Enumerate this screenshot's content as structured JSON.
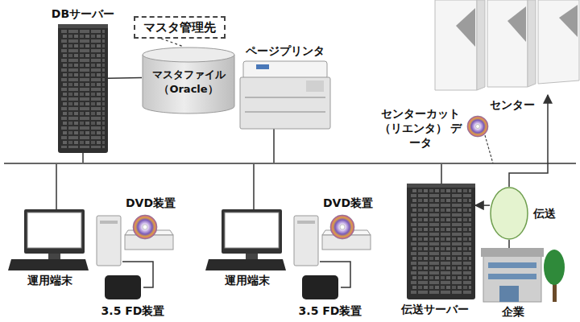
{
  "diagram": {
    "nodes": [
      {
        "text": [
          "DBサーバー"
        ]
      },
      {
        "text": [
          "マスタ管理先"
        ]
      },
      {
        "text": [
          "マスタファイル （Oracle）"
        ]
      },
      {
        "text": [
          "ページプリンタ"
        ]
      },
      {
        "text": [
          "センター"
        ]
      },
      {
        "text": [
          "運用端末"
        ]
      },
      {
        "text": [
          "DVD装置"
        ]
      },
      {
        "text": [
          "3.5 FD装置"
        ]
      },
      {
        "text": [
          "運用端末"
        ]
      },
      {
        "text": [
          "DVD装置"
        ]
      },
      {
        "text": [
          "3.5 FD装置"
        ]
      },
      {
        "text": [
          "伝送サーバー"
        ]
      },
      {
        "text": [
          "伝送"
        ]
      },
      {
        "text": [
          "企業"
        ]
      }
    ],
    "edges": [
      {
        "from": 0,
        "to": 2,
        "arrow": "none"
      },
      {
        "from": 7,
        "to": 5,
        "arrow": "none"
      },
      {
        "from": 10,
        "to": 8,
        "arrow": "none"
      },
      {
        "from": 12,
        "to": 4,
        "arrow": "to"
      },
      {
        "from": 12,
        "to": 11,
        "arrow": "to"
      },
      {
        "from": 13,
        "to": 12,
        "arrow": "none"
      },
      {
        "from": 1,
        "to": 2,
        "arrow": "none"
      }
    ],
    "labels": [
      "センターカット （リエンタ） データ"
    ]
  }
}
